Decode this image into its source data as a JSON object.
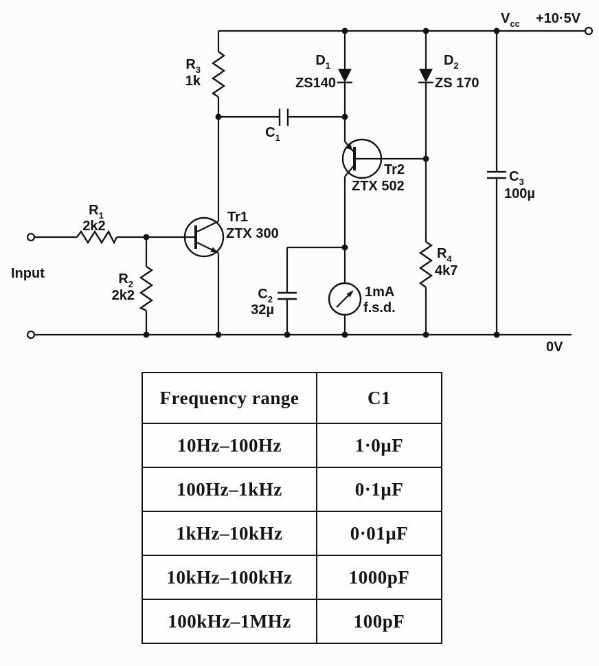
{
  "circuit": {
    "vcc": {
      "base": "V",
      "sub": "cc",
      "value": "+10·5V"
    },
    "zero_v": "0V",
    "input_label": "Input",
    "r1": {
      "base": "R",
      "sub": "1",
      "value": "2k2"
    },
    "r2": {
      "base": "R",
      "sub": "2",
      "value": "2k2"
    },
    "r3": {
      "base": "R",
      "sub": "3",
      "value": "1k"
    },
    "r4": {
      "base": "R",
      "sub": "4",
      "value": "4k7"
    },
    "c1": {
      "base": "C",
      "sub": "1"
    },
    "c2": {
      "base": "C",
      "sub": "2",
      "value": "32µ"
    },
    "c3": {
      "base": "C",
      "sub": "3",
      "value": "100µ"
    },
    "d1": {
      "base": "D",
      "sub": "1",
      "value": "ZS140"
    },
    "d2": {
      "base": "D",
      "sub": "2",
      "value": "ZS 170"
    },
    "tr1": {
      "name": "Tr1",
      "value": "ZTX 300"
    },
    "tr2": {
      "name": "Tr2",
      "value": "ZTX 502"
    },
    "meter": {
      "line1": "1mA",
      "line2": "f.s.d."
    }
  },
  "table": {
    "headers": [
      "Frequency range",
      "C1"
    ],
    "rows": [
      {
        "range": "10Hz–100Hz",
        "c1": "1·0µF"
      },
      {
        "range": "100Hz–1kHz",
        "c1": "0·1µF"
      },
      {
        "range": "1kHz–10kHz",
        "c1": "0·01µF"
      },
      {
        "range": "10kHz–100kHz",
        "c1": "1000pF"
      },
      {
        "range": "100kHz–1MHz",
        "c1": "100pF"
      }
    ]
  }
}
